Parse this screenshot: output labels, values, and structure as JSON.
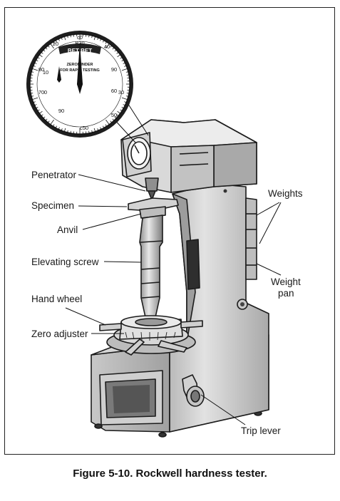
{
  "figure": {
    "caption": "Figure 5-10. Rockwell hardness tester."
  },
  "labels": {
    "penetrator": "Penetrator",
    "specimen": "Specimen",
    "anvil": "Anvil",
    "elevating_screw": "Elevating screw",
    "hand_wheel": "Hand wheel",
    "zero_adjuster": "Zero adjuster",
    "weights": "Weights",
    "weight_pan_line1": "Weight",
    "weight_pan_line2": "pan",
    "trip_lever": "Trip lever"
  },
  "dial": {
    "brand": "BETIBET",
    "sub1": "ZEROMINDER",
    "sub2": "FOR RAPID TESTING",
    "numbers_outer": [
      "c0",
      "10",
      "20",
      "30",
      "40",
      "50",
      "60",
      "70",
      "80",
      "90",
      "B30",
      "c50"
    ],
    "numbers_inner": [
      "10",
      "20",
      "60",
      "90",
      "0",
      "80",
      "40",
      "70"
    ]
  },
  "colors": {
    "machine_body": "#d7d7d7",
    "machine_shade": "#9a9a9a",
    "machine_dark": "#5a5a5a",
    "outline": "#1b1b1b",
    "dial_face": "#ffffff"
  }
}
